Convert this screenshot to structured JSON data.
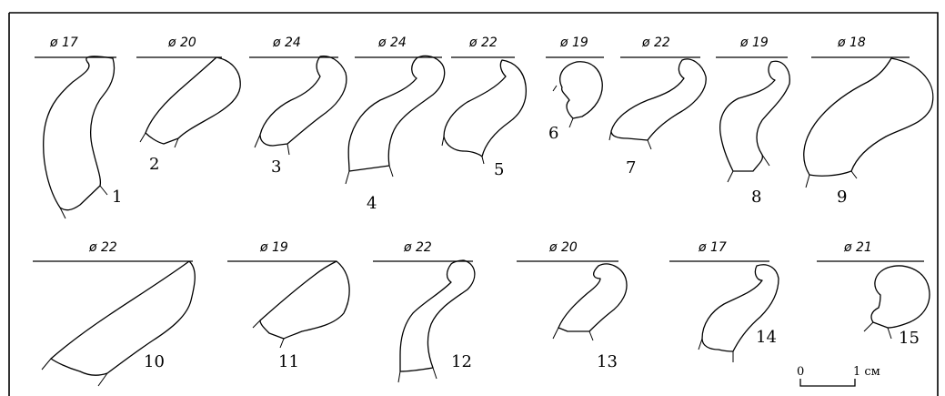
{
  "header_fragment": "... ...",
  "sherds": [
    {
      "number": "1",
      "diameter": "ø 17"
    },
    {
      "number": "2",
      "diameter": "ø 20"
    },
    {
      "number": "3",
      "diameter": "ø 24"
    },
    {
      "number": "4",
      "diameter": "ø 24"
    },
    {
      "number": "5",
      "diameter": "ø 22"
    },
    {
      "number": "6",
      "diameter": "ø 19"
    },
    {
      "number": "7",
      "diameter": "ø 22"
    },
    {
      "number": "8",
      "diameter": "ø 19"
    },
    {
      "number": "9",
      "diameter": "ø 18"
    },
    {
      "number": "10",
      "diameter": "ø 22"
    },
    {
      "number": "11",
      "diameter": "ø 19"
    },
    {
      "number": "12",
      "diameter": "ø 22"
    },
    {
      "number": "13",
      "diameter": "ø 20"
    },
    {
      "number": "14",
      "diameter": "ø 17"
    },
    {
      "number": "15",
      "diameter": "ø 21"
    }
  ],
  "scale_bar": {
    "start": "0",
    "end": "1 см"
  }
}
